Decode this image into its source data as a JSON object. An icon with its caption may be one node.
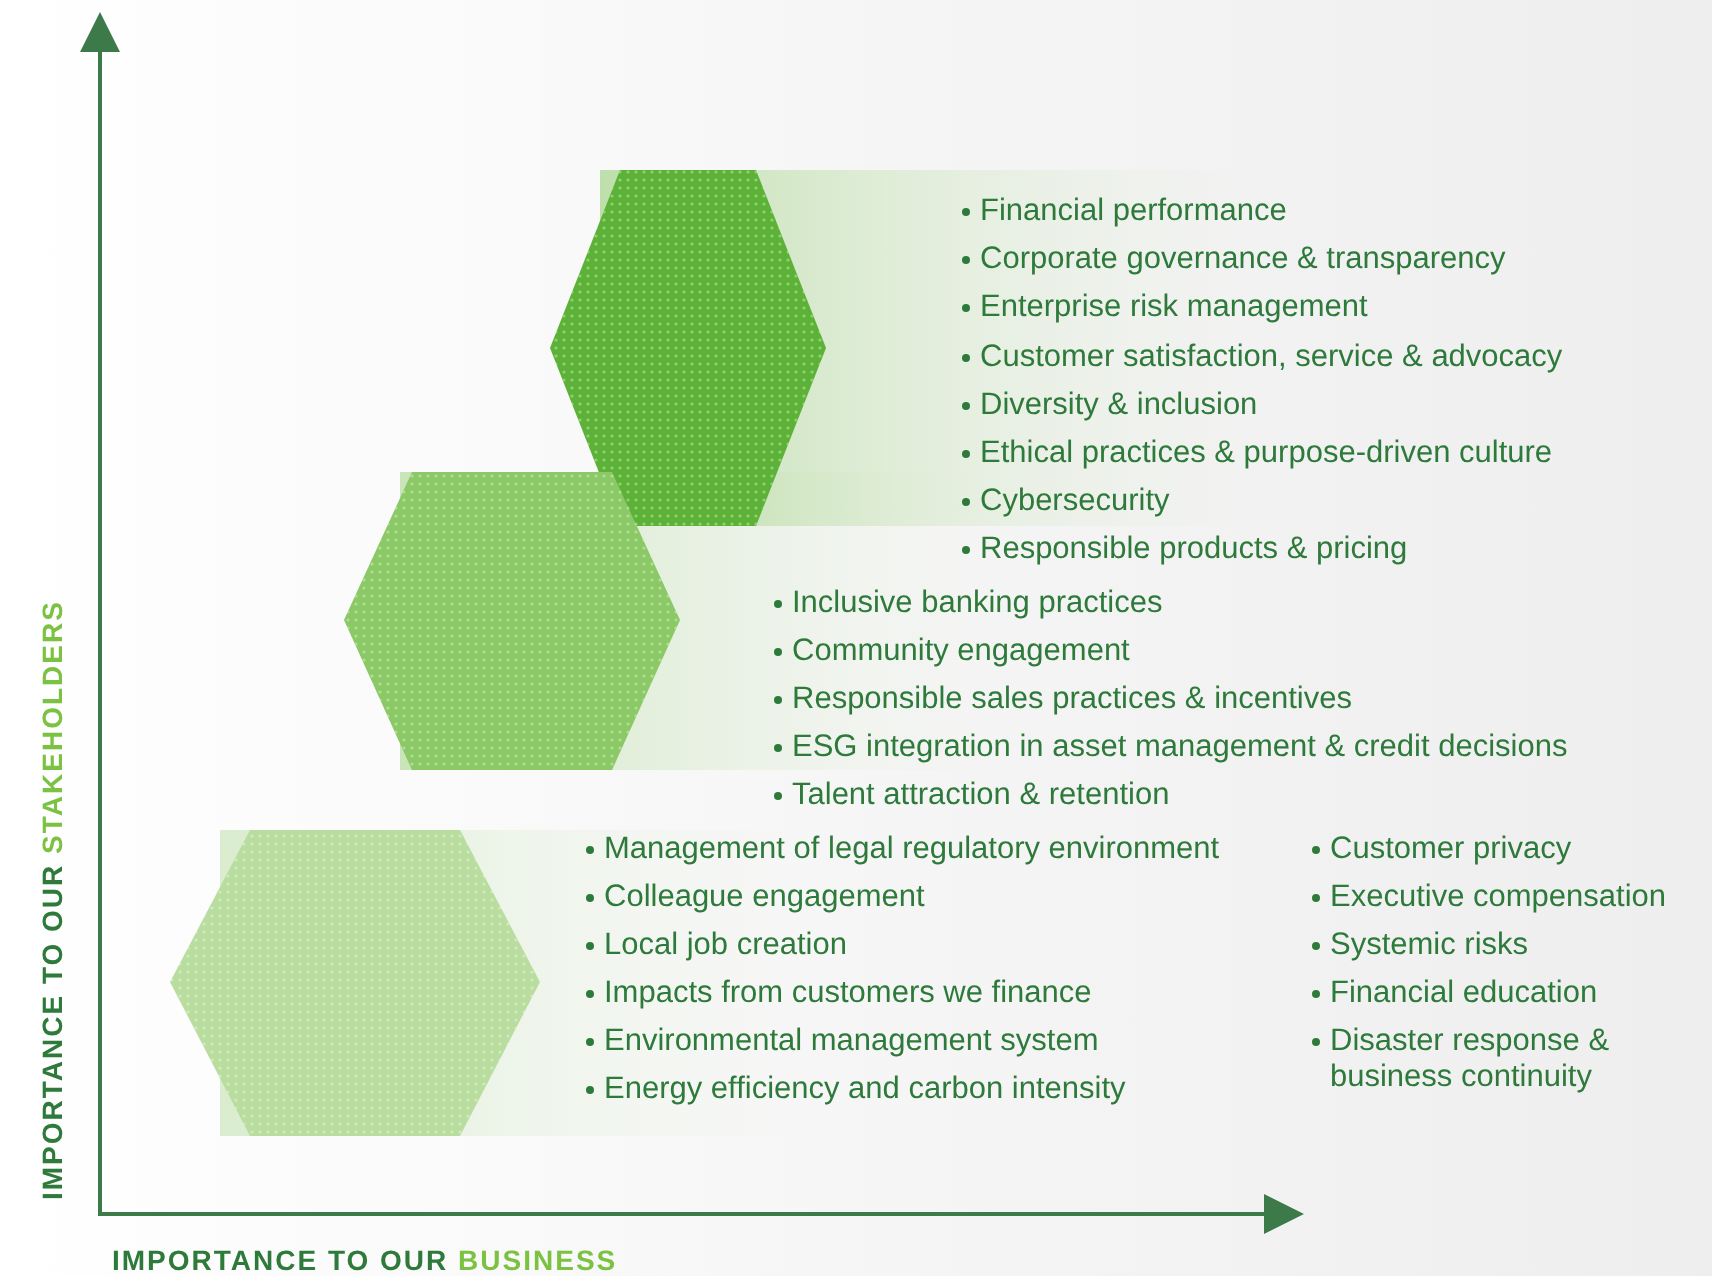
{
  "diagram": {
    "labels": [
      "Financial performance",
      "Corporate governance & transparency",
      "Enterprise risk management",
      "Customer satisfaction, service & advocacy",
      "Diversity & inclusion",
      "Ethical practices & purpose-driven culture",
      "Cybersecurity",
      "Responsible products & pricing",
      "Inclusive banking practices",
      "Community engagement",
      "Responsible sales practices & incentives",
      "ESG integration in asset management & credit decisions",
      "Talent attraction & retention",
      "Management of legal regulatory environment",
      "Colleague engagement",
      "Local job creation",
      "Impacts from customers we finance",
      "Environmental management system",
      "Energy efficiency and carbon intensity",
      "Customer privacy",
      "Executive compensation",
      "Systemic risks",
      "Financial education",
      "Disaster response & business continuity",
      "IMPORTANCE TO OUR",
      "STAKEHOLDERS",
      "IMPORTANCE TO OUR",
      "BUSINESS"
    ]
  }
}
